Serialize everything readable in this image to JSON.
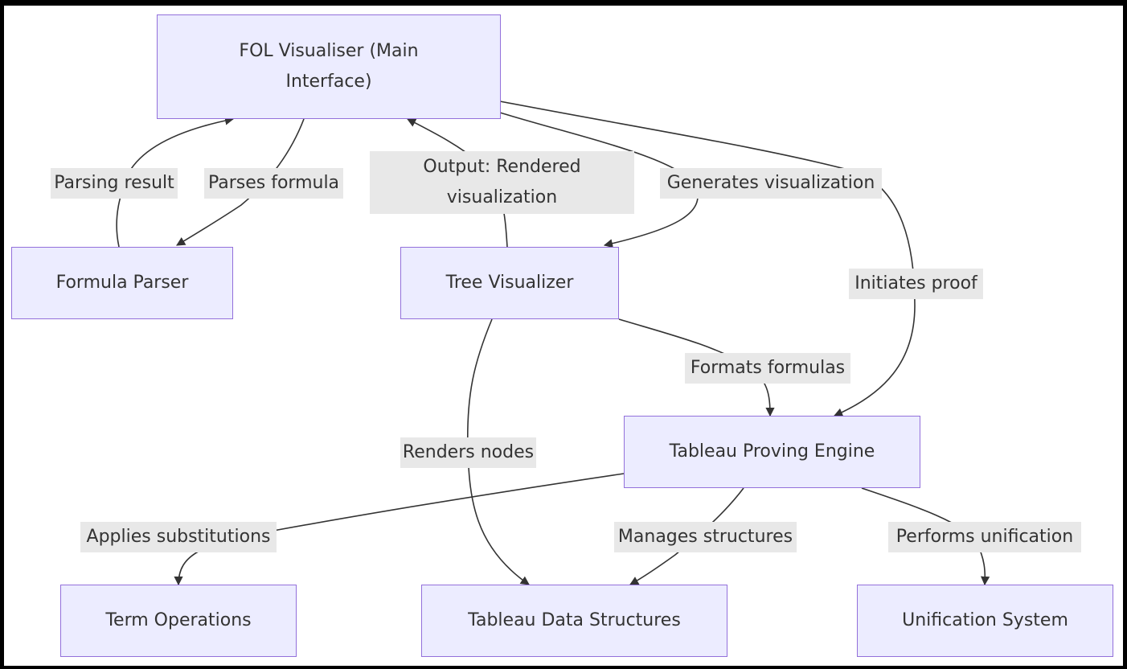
{
  "colors": {
    "node_fill": "#ececff",
    "node_border": "#9370db",
    "edge": "#333333",
    "label_bg": "#e8e8e8",
    "text": "#333333"
  },
  "nodes": {
    "main": "FOL Visualiser (Main Interface)",
    "parser": "Formula Parser",
    "tree": "Tree Visualizer",
    "engine": "Tableau Proving Engine",
    "term": "Term Operations",
    "structures": "Tableau Data Structures",
    "unification": "Unification System"
  },
  "edges": {
    "parsing_result": "Parsing result",
    "parses_formula": "Parses formula",
    "output_rendered": "Output: Rendered visualization",
    "generates_visualization": "Generates visualization",
    "initiates_proof": "Initiates proof",
    "formats_formulas": "Formats formulas",
    "renders_nodes": "Renders nodes",
    "applies_substitutions": "Applies substitutions",
    "manages_structures": "Manages structures",
    "performs_unification": "Performs unification"
  }
}
